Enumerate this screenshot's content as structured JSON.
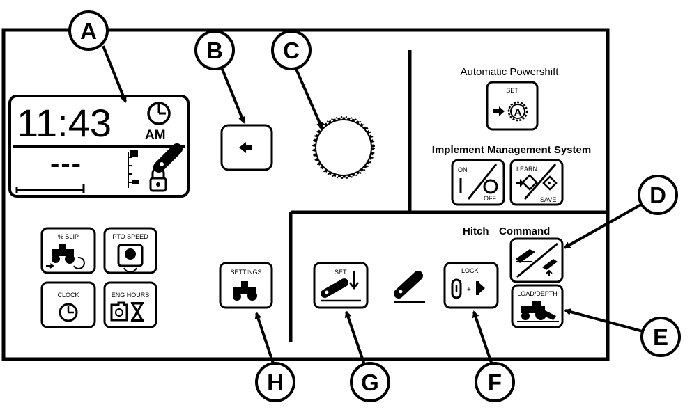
{
  "display": {
    "time": "11:43",
    "ampm": "AM",
    "readout": "---"
  },
  "buttons": {
    "slip": "% SLIP",
    "pto": "PTO SPEED",
    "clock": "CLOCK",
    "eng_hours": "ENG HOURS",
    "settings": "SETTINGS",
    "set": "SET",
    "lock": "LOCK",
    "load_depth": "LOAD/DEPTH",
    "ap_set": "SET",
    "ims_on": "ON",
    "ims_off": "OFF",
    "learn": "LEARN",
    "save": "SAVE",
    "lock_plus": "+"
  },
  "headings": {
    "automatic_powershift": "Automatic Powershift",
    "ims": "Implement Management System",
    "hitch": "Hitch",
    "command": "Command"
  },
  "callouts": {
    "a": "A",
    "b": "B",
    "c": "C",
    "d": "D",
    "e": "E",
    "f": "F",
    "g": "G",
    "h": "H"
  }
}
